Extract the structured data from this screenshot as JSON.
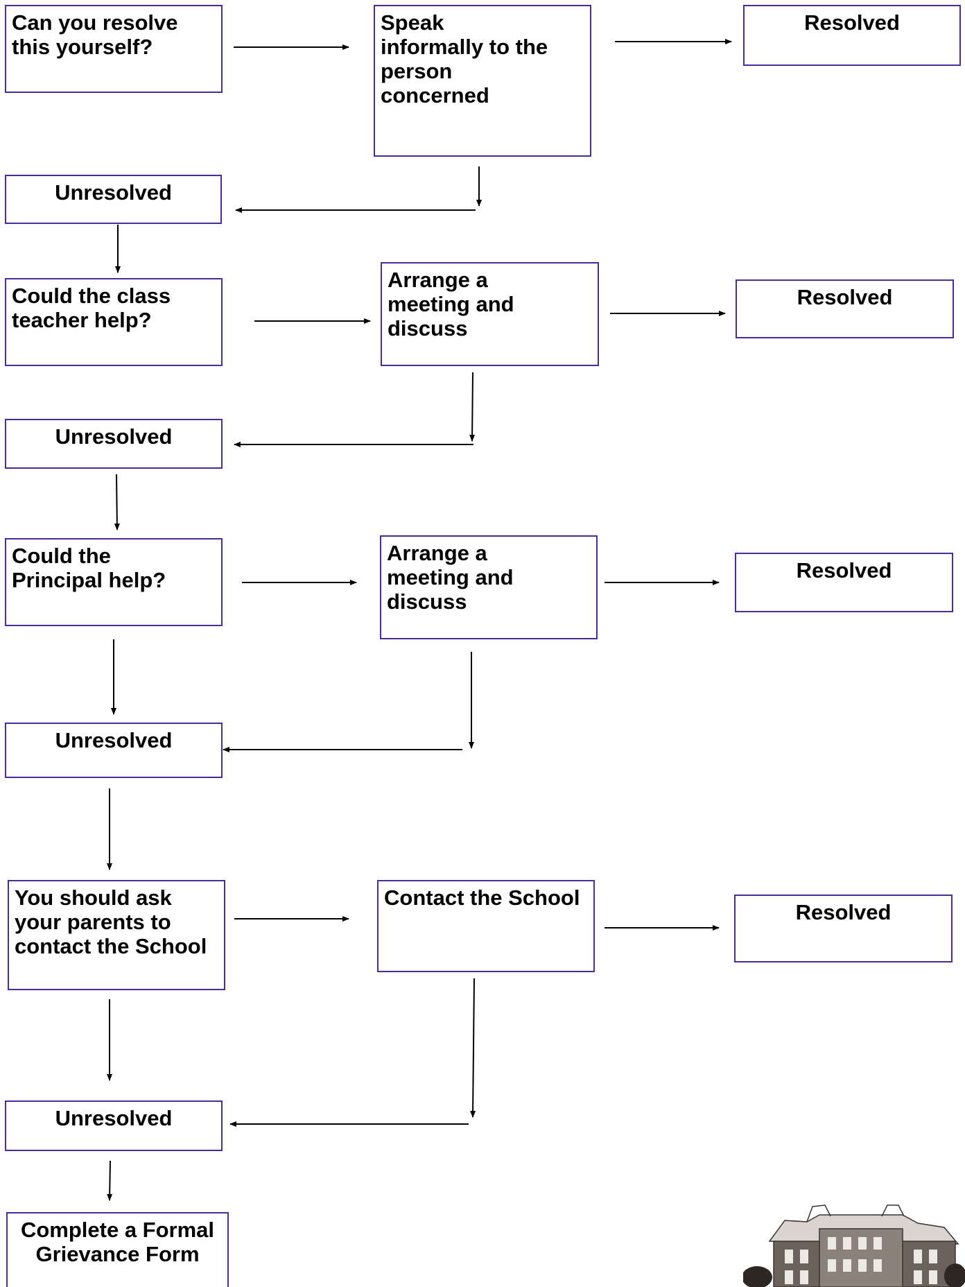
{
  "flowchart": {
    "boxes": {
      "q1": "Can you resolve\nthis yourself?",
      "a1": "Speak\ninformally to the\nperson\nconcerned",
      "r1": "Resolved",
      "u1": "Unresolved",
      "q2": "Could the class\nteacher help?",
      "a2": "Arrange a\nmeeting and\ndiscuss",
      "r2": "Resolved",
      "u2": "Unresolved",
      "q3": "Could the\nPrincipal help?",
      "a3": "Arrange a\nmeeting and\ndiscuss",
      "r3": "Resolved",
      "u3": "Unresolved",
      "q4": "You should ask\nyour parents to\ncontact the School",
      "a4": "Contact the School",
      "r4": "Resolved",
      "u4": "Unresolved",
      "final": "Complete a Formal\nGrievance Form"
    },
    "illustration": "school-building-drawing-icon"
  },
  "colors": {
    "box_border": "#4b2a9c",
    "arrow": "#000000",
    "text": "#000000"
  }
}
